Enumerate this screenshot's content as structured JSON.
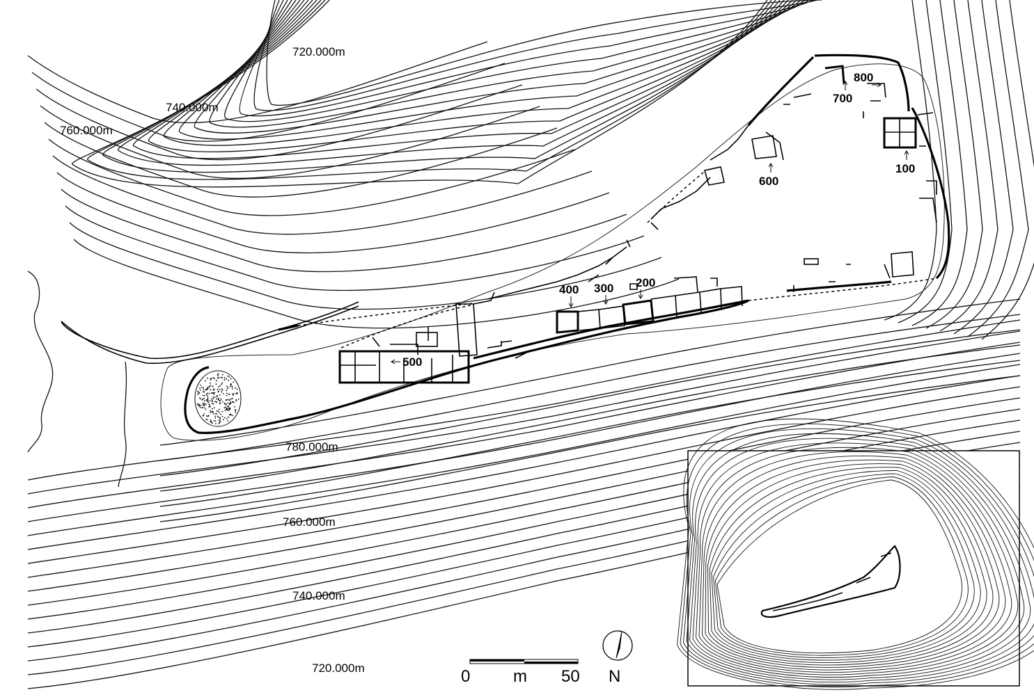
{
  "elevation_labels": {
    "north_720": "720.000m",
    "north_740": "740.000m",
    "north_760": "760.000m",
    "ridge_780": "780.000m",
    "south_760": "760.000m",
    "south_740": "740.000m",
    "south_720": "720.000m"
  },
  "sectors": {
    "s100": "100",
    "s200": "200",
    "s300": "300",
    "s400": "400",
    "s500": "500",
    "s600": "600",
    "s700": "700",
    "s800": "800"
  },
  "scale_bar": {
    "start": "0",
    "unit": "m",
    "end": "50"
  },
  "north_arrow": {
    "label": "N",
    "icon": "north-arrow-icon"
  },
  "colors": {
    "ink": "#000000",
    "paper": "#ffffff"
  }
}
